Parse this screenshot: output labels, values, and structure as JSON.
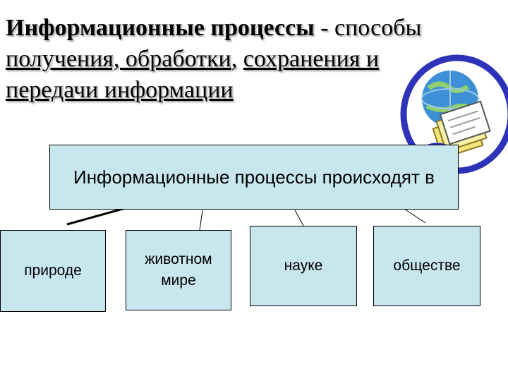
{
  "title": {
    "bold_part": "Информационные процессы",
    "rest_part": " - способы",
    "line2_u1": "получения, обработки",
    "line2_sep": ", ",
    "line2_u2": "сохранения и",
    "line3_u": "передачи  информации"
  },
  "diagram": {
    "root": "Информационные процессы происходят в",
    "children": [
      {
        "label": "природе"
      },
      {
        "label": "животном мире"
      },
      {
        "label": "науке"
      },
      {
        "label": "обществе"
      }
    ]
  },
  "colors": {
    "box_fill": "#c8e6ee",
    "clipart_ring": "#2d33b8",
    "globe": "#3d8fd6",
    "paper": "#f4e47c"
  },
  "icons": [
    "globe-documents-clipart"
  ]
}
